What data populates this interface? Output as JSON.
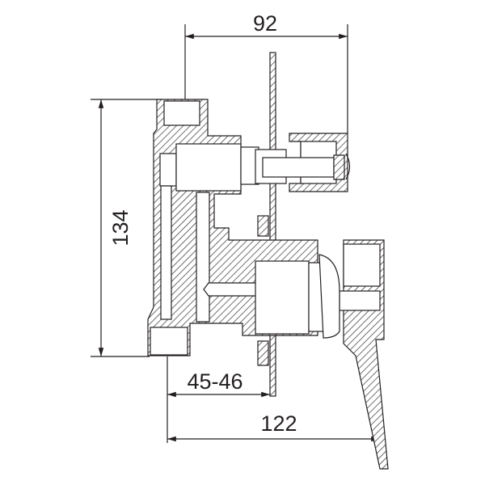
{
  "drawing": {
    "dimensions": {
      "top_width": "92",
      "height": "134",
      "wall_depth": "45-46",
      "total_depth": "122"
    }
  }
}
